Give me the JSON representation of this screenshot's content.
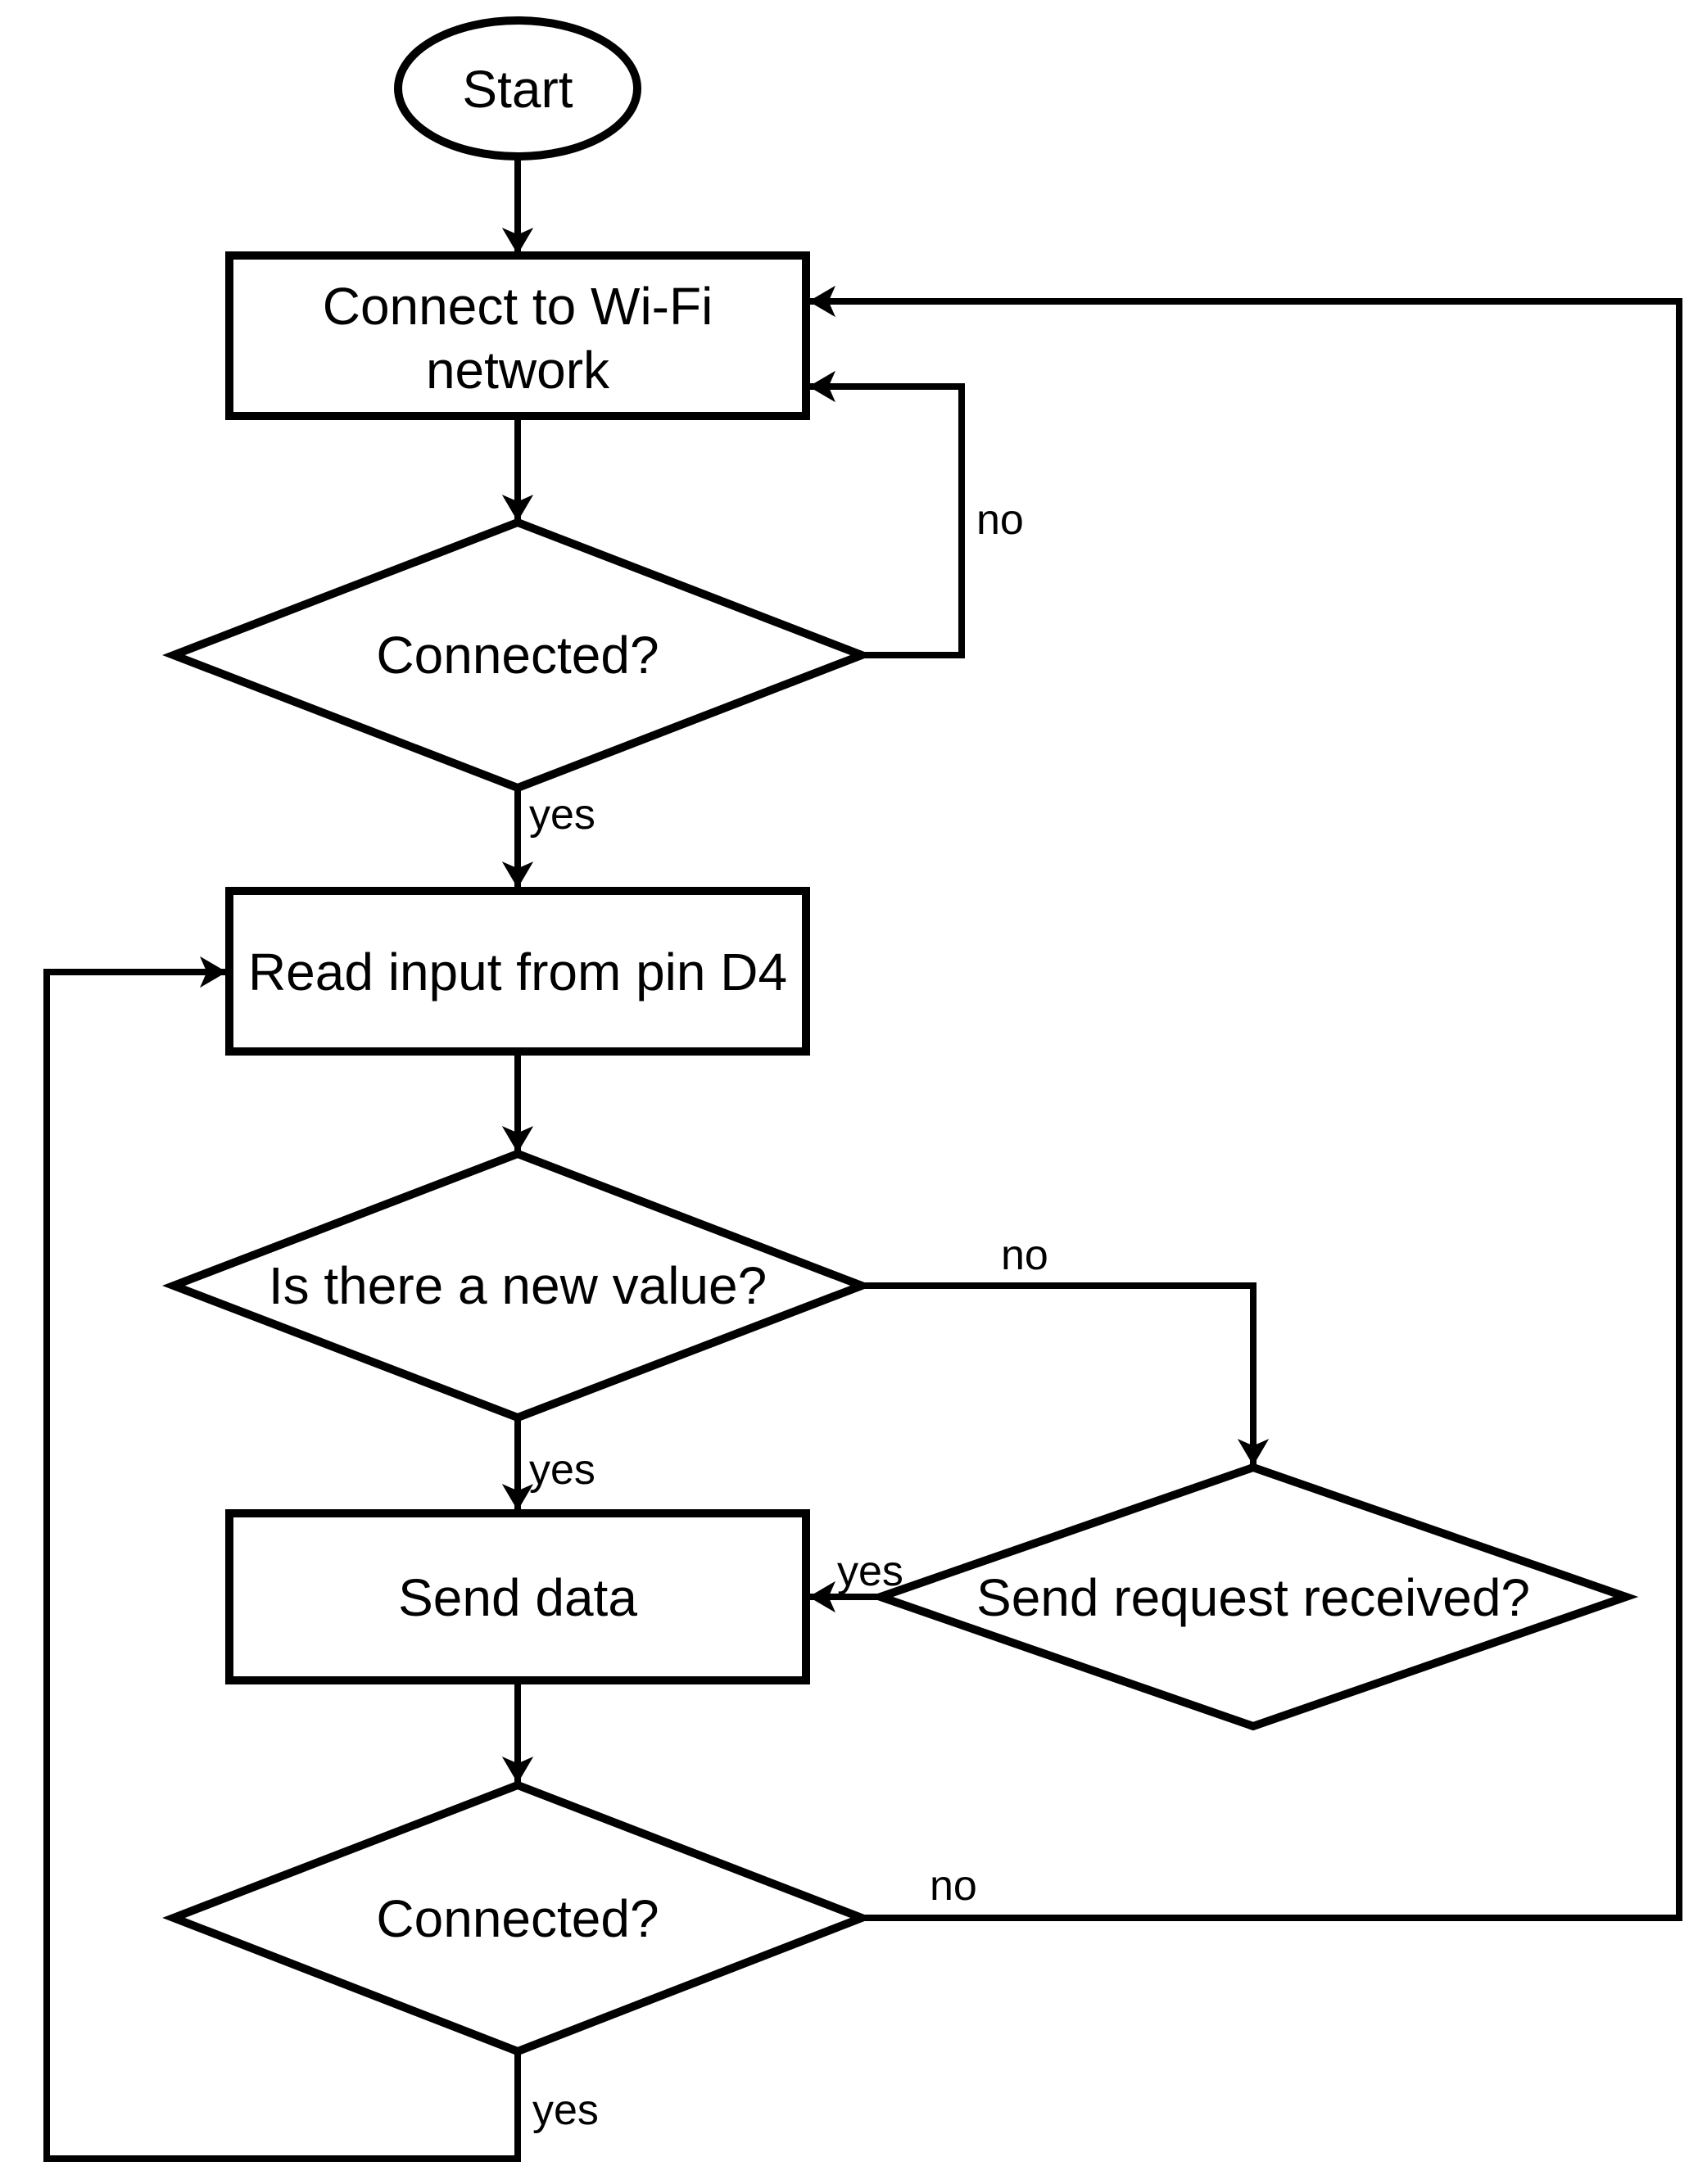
{
  "diagram": {
    "type": "flowchart",
    "background_color": "#ffffff",
    "line_color": "#000000",
    "text_color": "#000000",
    "nodes": {
      "start": {
        "type": "terminator",
        "label": "Start"
      },
      "connect_wifi": {
        "type": "process",
        "label": "Connect to Wi-Fi network",
        "line1": "Connect to Wi-Fi",
        "line2": "network"
      },
      "connected_1": {
        "type": "decision",
        "label": "Connected?"
      },
      "read_input": {
        "type": "process",
        "label": "Read input from pin D4"
      },
      "new_value": {
        "type": "decision",
        "label": "Is there a new value?"
      },
      "send_data": {
        "type": "process",
        "label": "Send data"
      },
      "send_request": {
        "type": "decision",
        "label": "Send request received?"
      },
      "connected_2": {
        "type": "decision",
        "label": "Connected?"
      }
    },
    "edges": {
      "start_to_connect_wifi": {
        "from": "start",
        "to": "connect_wifi",
        "label": ""
      },
      "connect_wifi_to_connected_1": {
        "from": "connect_wifi",
        "to": "connected_1",
        "label": ""
      },
      "connected_1_no": {
        "from": "connected_1",
        "to": "connect_wifi",
        "label": "no"
      },
      "connected_1_yes": {
        "from": "connected_1",
        "to": "read_input",
        "label": "yes"
      },
      "read_input_to_new_value": {
        "from": "read_input",
        "to": "new_value",
        "label": ""
      },
      "new_value_no": {
        "from": "new_value",
        "to": "send_request",
        "label": "no"
      },
      "new_value_yes": {
        "from": "new_value",
        "to": "send_data",
        "label": "yes"
      },
      "send_request_yes": {
        "from": "send_request",
        "to": "send_data",
        "label": "yes"
      },
      "send_data_to_connected_2": {
        "from": "send_data",
        "to": "connected_2",
        "label": ""
      },
      "connected_2_no": {
        "from": "connected_2",
        "to": "connect_wifi",
        "label": "no"
      },
      "connected_2_yes": {
        "from": "connected_2",
        "to": "read_input",
        "label": "yes"
      }
    }
  }
}
